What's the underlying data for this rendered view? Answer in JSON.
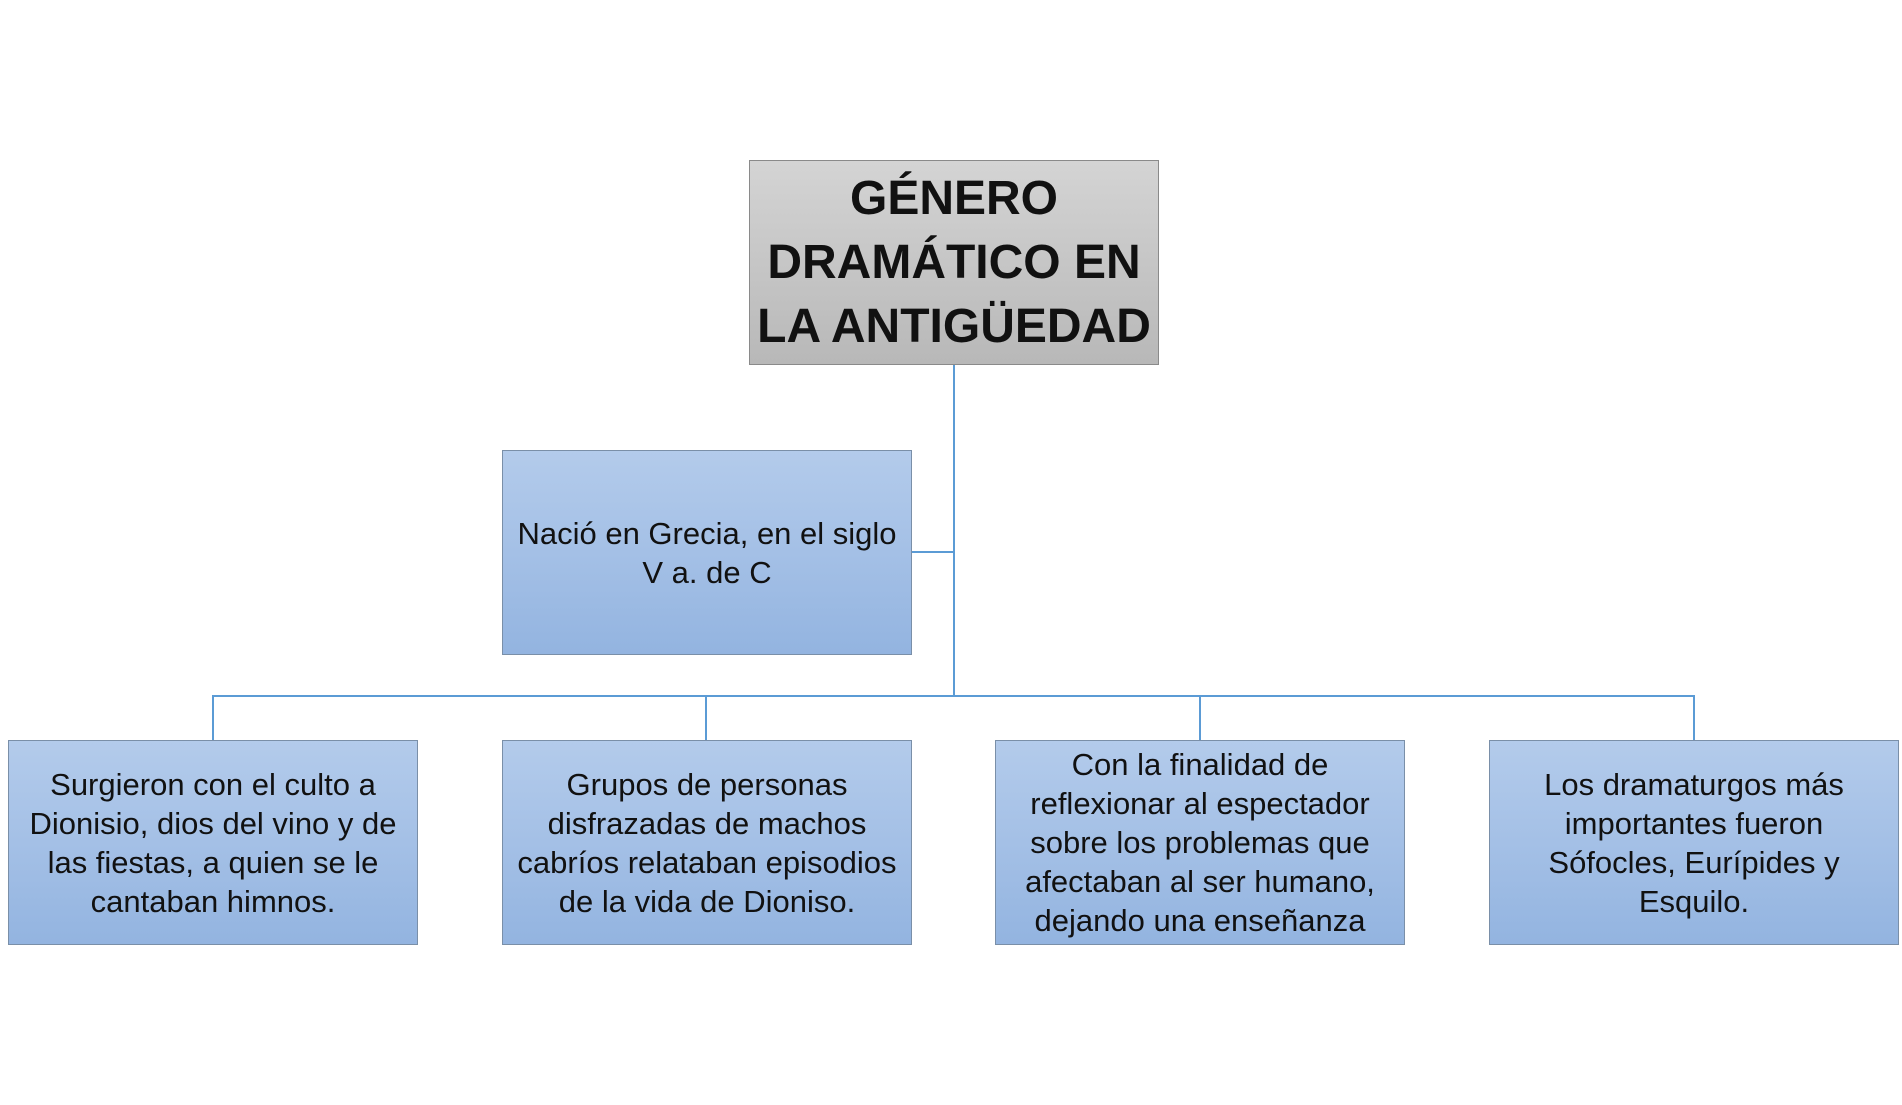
{
  "root": {
    "title": "GÉNERO DRAMÁTICO EN LA ANTIGÜEDAD"
  },
  "assistant": {
    "text": "Nació en Grecia, en el siglo V a. de C"
  },
  "children": [
    {
      "text": "Surgieron con el culto a Dionisio, dios del vino y de las fiestas, a quien se le cantaban himnos."
    },
    {
      "text": "Grupos de personas disfrazadas de machos cabríos relataban episodios de la vida de Dioniso."
    },
    {
      "text": "Con la finalidad de reflexionar al espectador sobre los problemas que afectaban al ser humano, dejando una enseñanza"
    },
    {
      "text": "Los dramaturgos más importantes fueron Sófocles, Eurípides y Esquilo."
    }
  ],
  "colors": {
    "connector": "#5b9bd5",
    "root_fill": "#c6c6c6",
    "node_fill": "#a4c0e6"
  }
}
